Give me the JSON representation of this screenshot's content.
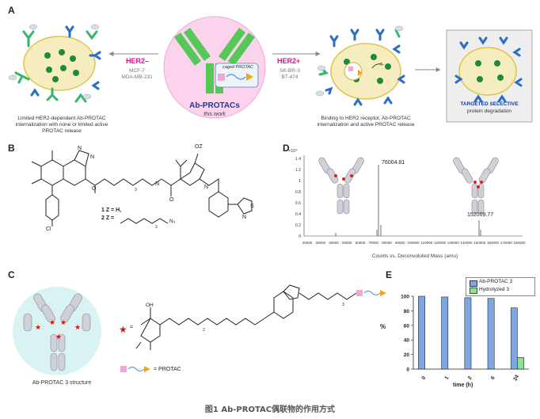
{
  "panels": {
    "a": "A",
    "b": "B",
    "c": "C",
    "d": "D",
    "e": "E"
  },
  "panel_a": {
    "her2_neg": "HER2–",
    "neg_cells_1": "MCF-7",
    "neg_cells_2": "MDA-MB-231",
    "her2_pos": "HER2+",
    "pos_cells_1": "SK-BR-3",
    "pos_cells_2": "BT-474",
    "center_title": "Ab-PROTACs",
    "center_sub": "this work",
    "caged_label": "caged PROTAC",
    "left_caption_1": "Limited HER2-dependent Ab-PROTAC",
    "left_caption_2": "internalization with none or limited active",
    "left_caption_3": "PROTAC release",
    "mid_caption_1": "Binding to HER2 receptor, Ab-PROTAC",
    "mid_caption_2": "internalization and active PROTAC release",
    "right_caption_1": "TARGETED SELECTIVE",
    "right_caption_2": "protein degradation"
  },
  "panel_b": {
    "oz": "OZ",
    "cl": "Cl",
    "n3": "N₃",
    "def1": "1 Z = H,",
    "def2": "2 Z =",
    "sub3a": "3",
    "sub3b": "3"
  },
  "panel_c": {
    "structure_label": "Ab-PROTAC 3 structure",
    "legend_star": "=",
    "legend_protac": "= PROTAC",
    "oh": "OH",
    "sub2": "2",
    "sub3": "3"
  },
  "panel_d": {
    "exp": "×10⁴",
    "peak1": "76004.81",
    "peak2": "152009.77",
    "xlabel": "Counts vs. Deconvoluted Mass (amu)",
    "yticks": [
      "1.4",
      "1.2",
      "1",
      "0.8",
      "0.6",
      "0.4",
      "0.2",
      "0"
    ],
    "xticks": [
      "20000",
      "30000",
      "40000",
      "50000",
      "60000",
      "70000",
      "80000",
      "90000",
      "100000",
      "110000",
      "120000",
      "130000",
      "140000",
      "150000",
      "160000",
      "170000",
      "180000"
    ]
  },
  "chart_data": {
    "type": "bar",
    "title": "",
    "xlabel": "time (h)",
    "ylabel": "%",
    "ylim": [
      0,
      100
    ],
    "yticks": [
      "0",
      "20",
      "40",
      "60",
      "80",
      "100"
    ],
    "categories": [
      "0",
      "1",
      "2",
      "6",
      "24"
    ],
    "series": [
      {
        "name": "Ab-PROTAC 3",
        "color": "#7ea6e0",
        "values": [
          100,
          99,
          98,
          97,
          84
        ]
      },
      {
        "name": "Hydrolyzed 3",
        "color": "#8fe08f",
        "values": [
          0,
          0,
          0,
          0,
          16
        ]
      }
    ],
    "legend": "top-right"
  },
  "caption": "图1 Ab-PROTAC偶联物的作用方式"
}
